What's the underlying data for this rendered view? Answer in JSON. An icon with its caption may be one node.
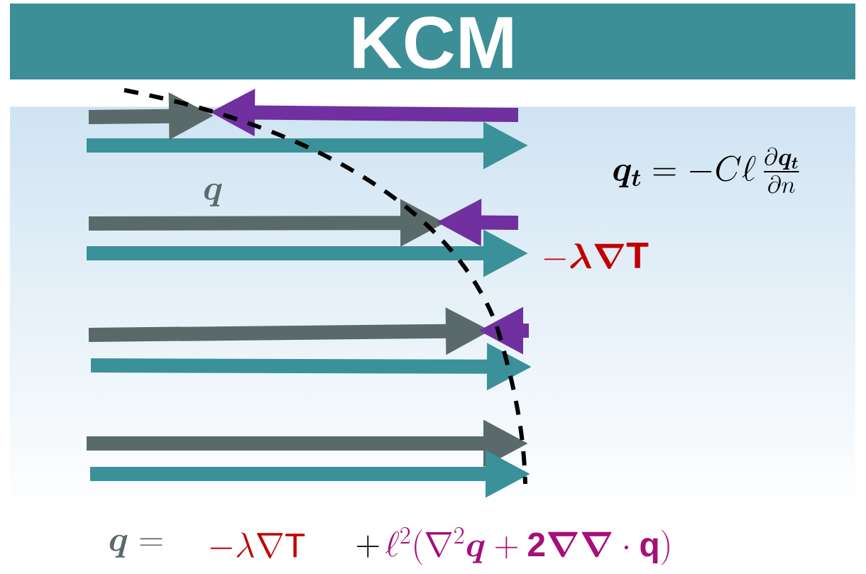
{
  "diagram": {
    "title": "KCM",
    "labels": [
      "\\boldsymbol{q}",
      "\\boldsymbol{q_t} = -C\\ell\\,\\frac{\\partial \\boldsymbol{q_t}}{\\partial n}",
      "-\\boldsymbol{\\lambda}\\boldsymbol{\\nabla}\\mathbf{T}",
      "\\boldsymbol{q} =",
      "-\\lambda\\nabla\\mathrm{T}",
      "+",
      "\\ell^2(\\nabla^2\\boldsymbol{q} + \\mathbf{2}\\boldsymbol{\\nabla}\\boldsymbol{\\nabla}\\cdot\\mathbf{q})"
    ]
  }
}
